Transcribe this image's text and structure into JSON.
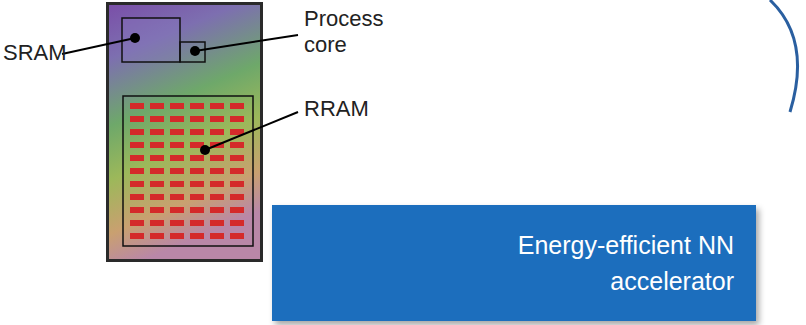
{
  "diagram": {
    "nodes": [
      {
        "text": [
          "Energy-efficient NN accelerator"
        ]
      }
    ],
    "labels": [
      "SRAM",
      "Process core",
      "RRAM"
    ]
  }
}
